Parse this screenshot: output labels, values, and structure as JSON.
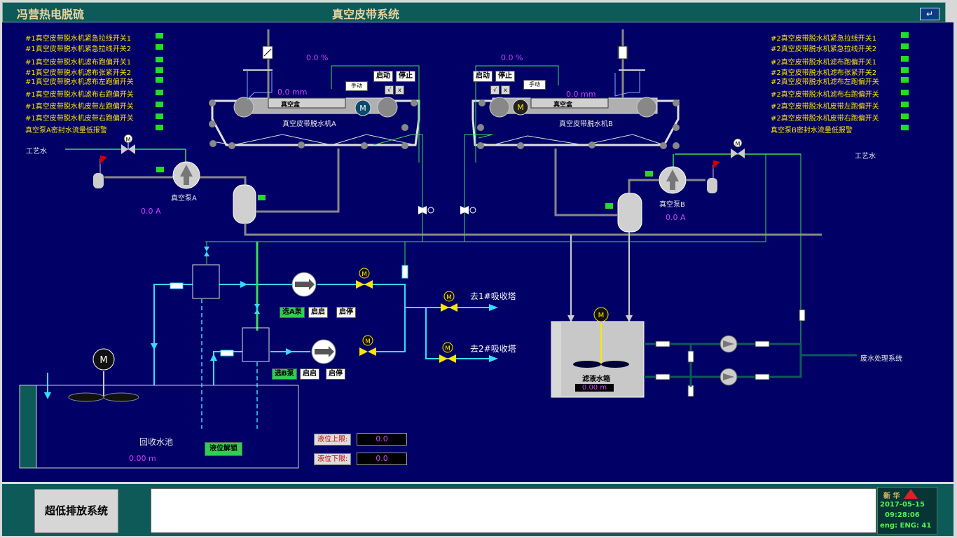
{
  "header": {
    "plant_title": "冯营热电脱硫",
    "screen_title": "真空皮带系统",
    "enter_icon": "enter-key-icon"
  },
  "left_interlocks": [
    "#1真空皮带脱水机紧急拉线开关1",
    "#1真空皮带脱水机紧急拉线开关2",
    "#1真空皮带脱水机滤布跑偏开关1",
    "#1真空皮带脱水机滤布张紧开关2",
    "#1真空皮带脱水机滤布左跑偏开关",
    "#1真空皮带脱水机滤布右跑偏开关",
    "#1真空皮带脱水机皮带左跑偏开关",
    "#1真空皮带脱水机皮带右跑偏开关",
    "真空泵A密封水流量低报警"
  ],
  "right_interlocks": [
    "#2真空皮带脱水机紧急拉线开关1",
    "#2真空皮带脱水机紧急拉线开关2",
    "#2真空皮带脱水机滤布跑偏开关1",
    "#2真空皮带脱水机滤布张紧开关2",
    "#2真空皮带脱水机滤布左跑偏开关",
    "#2真空皮带脱水机滤布右跑偏开关",
    "#2真空皮带脱水机皮带左跑偏开关",
    "#2真空皮带脱水机皮带右跑偏开关",
    "真空泵B密封水流量低报警"
  ],
  "belt_a": {
    "name": "真空皮带脱水机A",
    "vacuum_box": "真空盒",
    "percent": "0.0 %",
    "thickness": "0.0 mm",
    "start_label": "启动",
    "stop_label": "停止",
    "mode_label": "手动",
    "confirm_label": "√",
    "cancel_label": "x"
  },
  "belt_b": {
    "name": "真空皮带脱水机B",
    "vacuum_box": "真空盒",
    "percent": "0.0 %",
    "thickness": "0.0 mm",
    "start_label": "启动",
    "stop_label": "停止",
    "mode_label": "手动",
    "confirm_label": "√",
    "cancel_label": "x"
  },
  "pump_a": {
    "name": "真空泵A",
    "current": "0.0 A"
  },
  "pump_b": {
    "name": "真空泵B",
    "current": "0.0 A"
  },
  "process_water_left": "工艺水",
  "process_water_right": "工艺水",
  "feed_pump_a": {
    "select_label": "选A泵",
    "start_label": "启启",
    "stop_label": "启停"
  },
  "feed_pump_b": {
    "select_label": "选B泵",
    "start_label": "启启",
    "stop_label": "启停"
  },
  "to_tower_1": "去1#吸收塔",
  "to_tower_2": "去2#吸收塔",
  "recovery_tank": {
    "name": "回收水池",
    "level": "0.00 m",
    "unlock_label": "液位解锁"
  },
  "limits": {
    "upper_label": "液位上限:",
    "upper_value": "0.0",
    "lower_label": "液位下限:",
    "lower_value": "0.0"
  },
  "filtrate_tank": {
    "name": "滤液水箱",
    "level": "0.00 m"
  },
  "wastewater": "废水处理系统",
  "footer": {
    "system_button": "超低排放系统",
    "logo_text": "新 华",
    "date": "2017-05-15",
    "time": "09:28:06",
    "engineer": "eng: ENG: 41"
  },
  "colors": {
    "background": "#000066",
    "title_bar": "#0d5a58",
    "indicator": "#22dd22",
    "label_text": "#ffe600",
    "value_text": "#cc44ff",
    "pipe_cyan": "#33ddff",
    "pipe_green": "#22ee55"
  }
}
